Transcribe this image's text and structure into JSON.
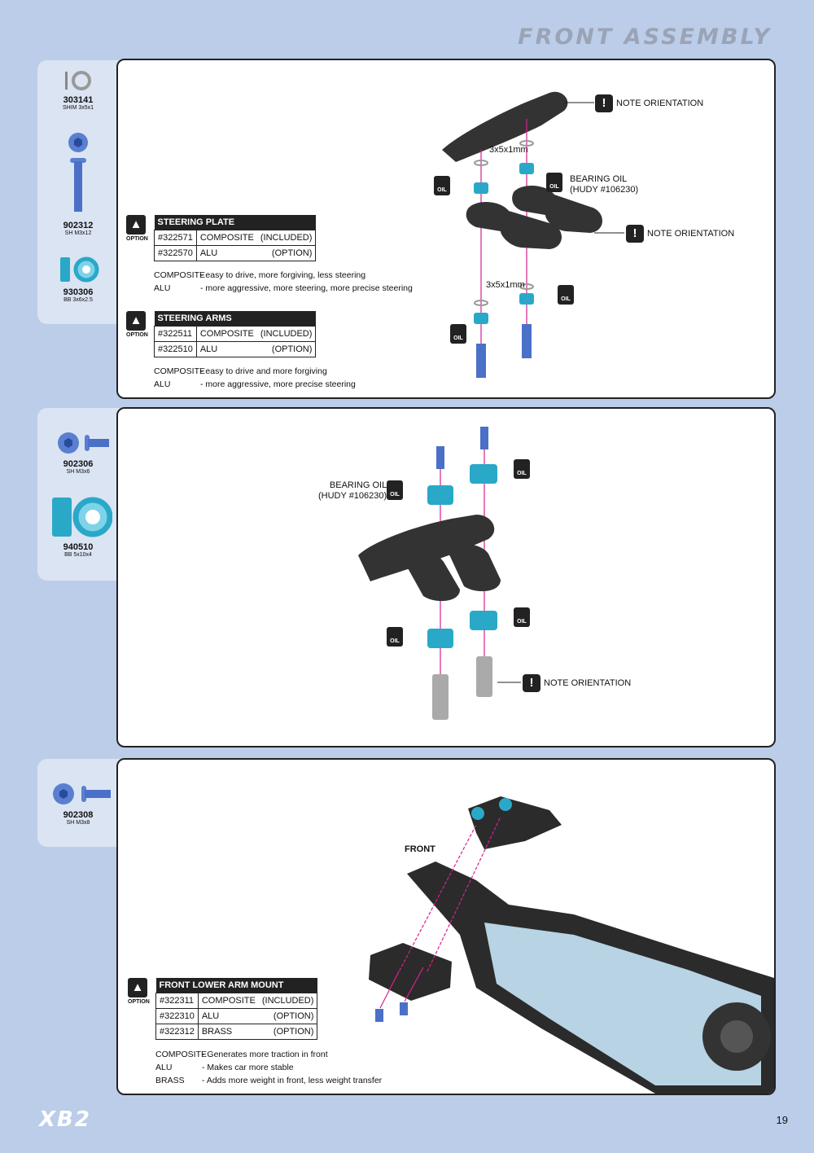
{
  "header": {
    "title": "FRONT ASSEMBLY"
  },
  "parts1": [
    {
      "num": "303141",
      "desc": "SHIM 3x5x1"
    },
    {
      "num": "902312",
      "desc": "SH M3x12"
    },
    {
      "num": "930306",
      "desc": "BB 3x6x2.5"
    }
  ],
  "parts2": [
    {
      "num": "902306",
      "desc": "SH M3x6"
    },
    {
      "num": "940510",
      "desc": "BB 5x10x4"
    }
  ],
  "parts3": [
    {
      "num": "902308",
      "desc": "SH M3x8"
    }
  ],
  "option_label": "OPTION",
  "oil_label": "OIL",
  "step1": {
    "note_orientation": "NOTE ORIENTATION",
    "shim_label": "3x5x1mm",
    "bearing_oil": "BEARING OIL",
    "hudy": "(HUDY #106230)",
    "steering_plate": {
      "title": "STEERING PLATE",
      "rows": [
        [
          "#322571",
          "COMPOSITE",
          "(INCLUDED)"
        ],
        [
          "#322570",
          "ALU",
          "(OPTION)"
        ]
      ],
      "notes": [
        [
          "COMPOSITE",
          "- easy to drive, more forgiving, less steering"
        ],
        [
          "ALU",
          "- more aggressive, more steering, more precise steering"
        ]
      ]
    },
    "steering_arms": {
      "title": "STEERING ARMS",
      "rows": [
        [
          "#322511",
          "COMPOSITE",
          "(INCLUDED)"
        ],
        [
          "#322510",
          "ALU",
          "(OPTION)"
        ]
      ],
      "notes": [
        [
          "COMPOSITE",
          "- easy to drive and more forgiving"
        ],
        [
          "ALU",
          "- more aggressive, more precise steering"
        ]
      ]
    }
  },
  "step2": {
    "bearing_oil": "BEARING OIL",
    "hudy": "(HUDY #106230)",
    "note_orientation": "NOTE ORIENTATION"
  },
  "step3": {
    "front_label": "FRONT",
    "lower_arm_mount": {
      "title": "FRONT LOWER ARM MOUNT",
      "rows": [
        [
          "#322311",
          "COMPOSITE",
          "(INCLUDED)"
        ],
        [
          "#322310",
          "ALU",
          "(OPTION)"
        ],
        [
          "#322312",
          "BRASS",
          "(OPTION)"
        ]
      ],
      "notes": [
        [
          "COMPOSITE",
          "- Generates more traction in front"
        ],
        [
          "ALU",
          "- Makes car more stable"
        ],
        [
          "BRASS",
          "- Adds more weight in front, less weight transfer"
        ]
      ]
    }
  },
  "footer": {
    "logo": "XB2",
    "page": "19"
  },
  "colors": {
    "background": "#bccde9",
    "accent": "#2aa8c8",
    "part_blue": "#3a6fc0",
    "guide": "#d6218c"
  }
}
